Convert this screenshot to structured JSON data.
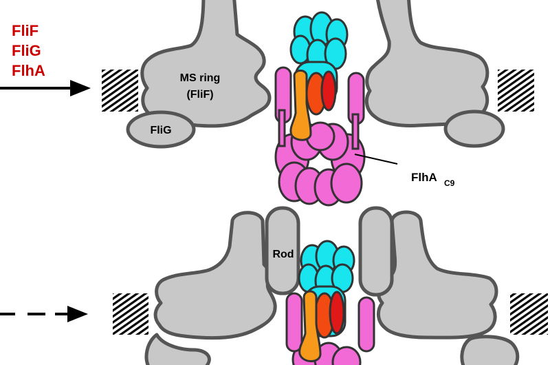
{
  "legend": {
    "items": [
      "FliF",
      "FliG",
      "FlhA"
    ],
    "color": "#cc0000"
  },
  "labels": {
    "ms_ring_line1": "MS ring",
    "ms_ring_line2": "(FliF)",
    "flig": "FliG",
    "flha_main": "FlhA",
    "flha_sub": "C9",
    "rod": "Rod"
  },
  "colors": {
    "gray_protein": "#c8c8c8",
    "outline": "#555555",
    "magenta": "#f26ad6",
    "cyan": "#19e5ee",
    "orange": "#f79a1c",
    "red_orange": "#f24a10",
    "red": "#e01818"
  },
  "arrows": [
    {
      "style": "solid"
    },
    {
      "style": "dashed"
    }
  ]
}
